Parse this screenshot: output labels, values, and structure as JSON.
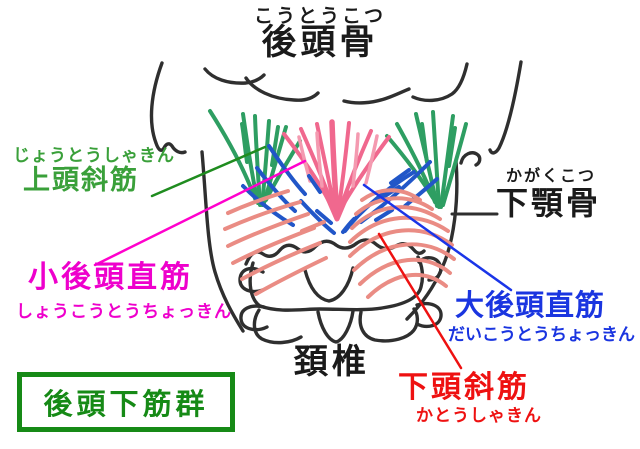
{
  "colors": {
    "ink": "#2f2f2f",
    "muscle_green": "#2e9e62",
    "muscle_pink": "#f0688e",
    "muscle_pink_light": "#f49ab0",
    "muscle_blue": "#2156c8",
    "muscle_salmon": "#ea8c84",
    "line_green": "#1f8c1f",
    "line_magenta": "#ff00cc",
    "line_blue": "#1a35e8",
    "line_red": "#ee1111",
    "label_green": "#3aa03a",
    "label_magenta": "#ee00cc",
    "label_blue": "#1a35e0",
    "label_red": "#ee1111",
    "box_green": "#168a16",
    "text_black": "#1a1a1a"
  },
  "occipital": {
    "furigana": "こうとうこつ",
    "label": "後頭骨"
  },
  "mandible": {
    "furigana": "かがくこつ",
    "label": "下顎骨"
  },
  "cervical": {
    "label": "頚椎"
  },
  "muscle_superior_oblique": {
    "furigana": "じょうとうしゃきん",
    "label": "上頭斜筋"
  },
  "muscle_rectus_minor": {
    "label": "小後頭直筋",
    "furigana": "しょうこうとうちょっきん"
  },
  "muscle_rectus_major": {
    "label": "大後頭直筋",
    "furigana": "だいこうとうちょっきん"
  },
  "muscle_inferior_oblique": {
    "label": "下頭斜筋",
    "furigana": "かとうしゃきん"
  },
  "group_box": {
    "label": "後頭下筋群"
  }
}
